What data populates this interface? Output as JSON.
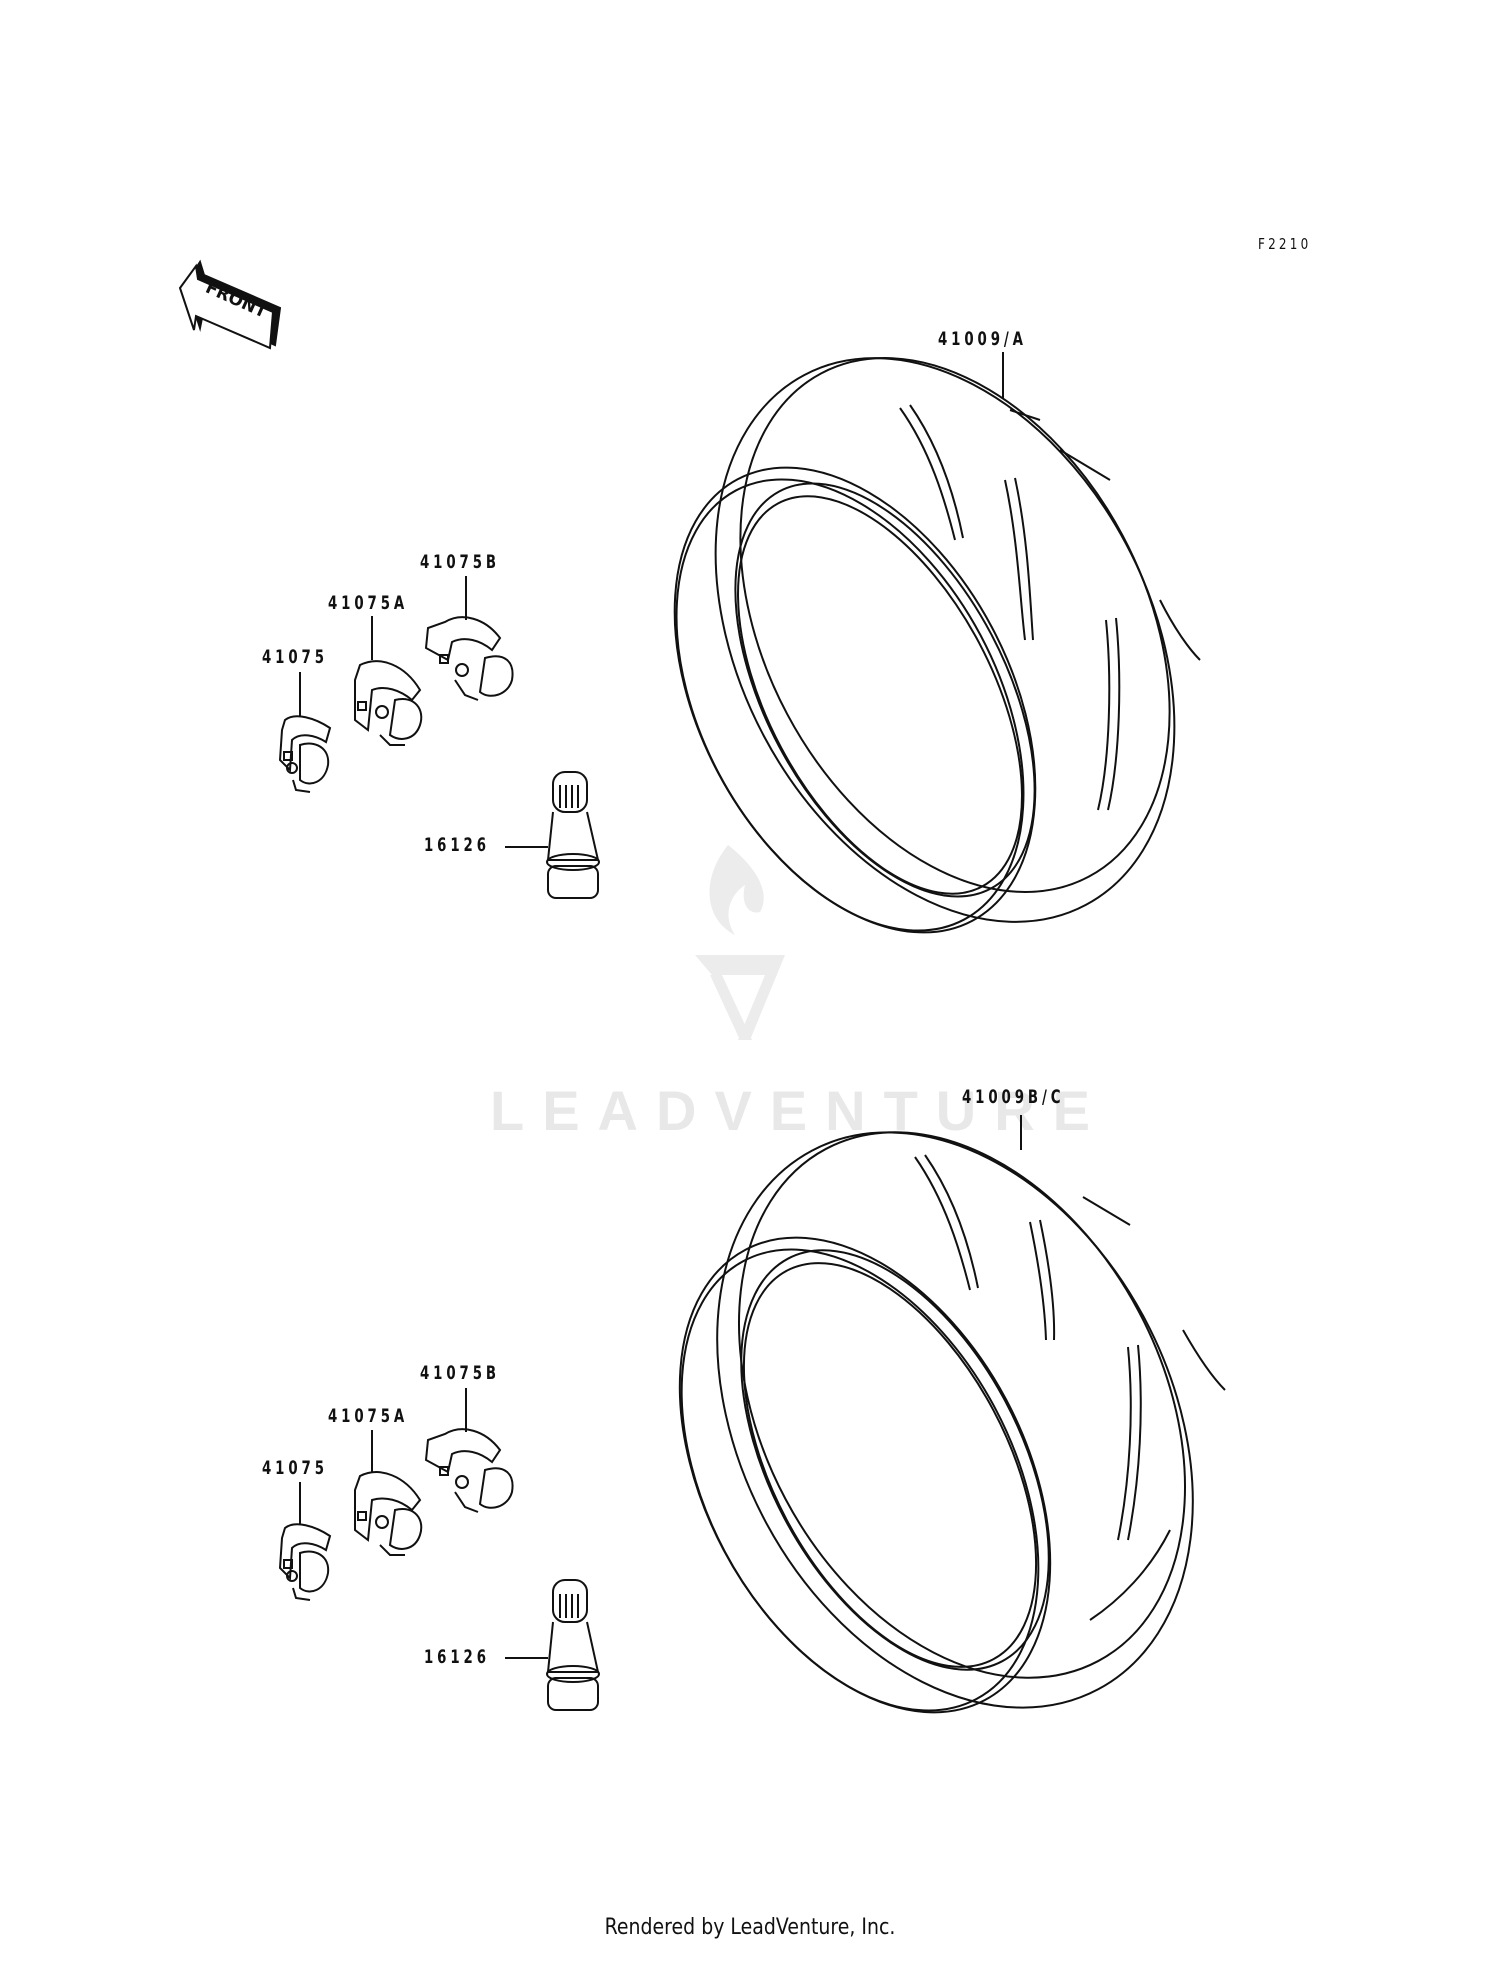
{
  "diagram": {
    "ref_code": "F2210",
    "front_indicator": "FRONT",
    "watermark": "LEADVENTURE",
    "footer": "Rendered by LeadVenture, Inc."
  },
  "groups": [
    {
      "name": "upper",
      "tire": {
        "part_number": "41009/A"
      },
      "weights": [
        {
          "part_number": "41075"
        },
        {
          "part_number": "41075A"
        },
        {
          "part_number": "41075B"
        }
      ],
      "valve": {
        "part_number": "16126"
      }
    },
    {
      "name": "lower",
      "tire": {
        "part_number": "41009B/C"
      },
      "weights": [
        {
          "part_number": "41075"
        },
        {
          "part_number": "41075A"
        },
        {
          "part_number": "41075B"
        }
      ],
      "valve": {
        "part_number": "16126"
      }
    }
  ],
  "colors": {
    "line": "#111111",
    "watermark": "#e8e8e8",
    "background": "#ffffff"
  }
}
